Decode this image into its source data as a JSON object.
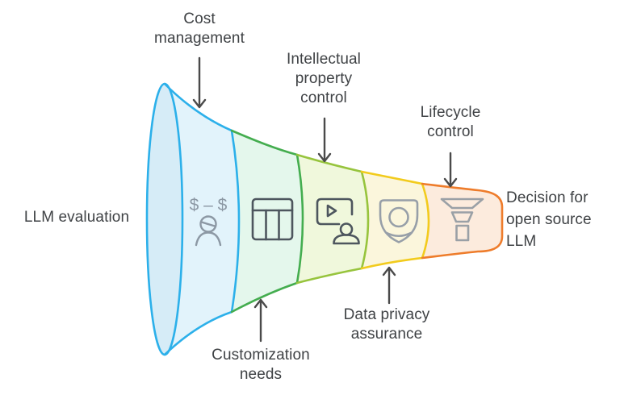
{
  "canvas": {
    "background": "#ffffff"
  },
  "text_color": "#3f4245",
  "arrow_color": "#4a4a4a",
  "labels": {
    "llm_evaluation": "LLM evaluation",
    "decision": "Decision for open source LLM"
  },
  "stages": [
    {
      "name": "Cost management",
      "label_position": "top",
      "color": "#2cb0ea",
      "fill": "#e2f3fb",
      "mouth_fill": "#d6ecf7",
      "icon": "dollar-person-icon",
      "icon_symbol": "$ – $",
      "icon_color": "#8c98a4"
    },
    {
      "name": "Customization needs",
      "label_position": "bottom",
      "color": "#44ad4f",
      "fill": "#e4f7ec",
      "icon": "table-icon",
      "icon_color": "#4d565e"
    },
    {
      "name": "Intellectual property control",
      "label_position": "top",
      "color": "#97c43d",
      "fill": "#f0f8dc",
      "icon": "video-person-icon",
      "icon_color": "#4d565e"
    },
    {
      "name": "Data privacy assurance",
      "label_position": "bottom",
      "color": "#f2cb1d",
      "fill": "#fbf6dc",
      "icon": "shield-person-icon",
      "icon_color": "#979fa8"
    },
    {
      "name": "Lifecycle control",
      "label_position": "top",
      "color": "#ee7c2b",
      "fill": "#fcebdd",
      "icon": "funnel-icon",
      "icon_color": "#9aa0a6"
    }
  ]
}
